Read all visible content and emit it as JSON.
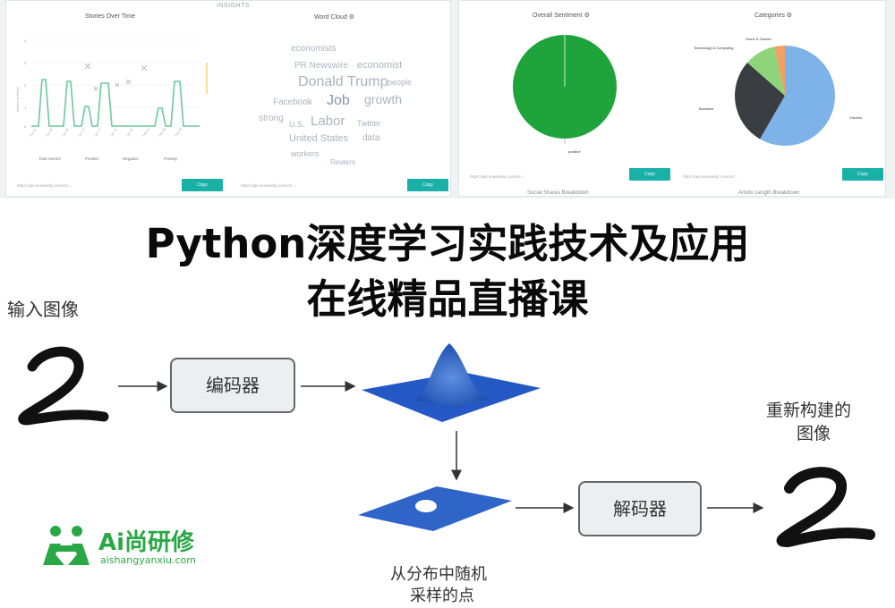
{
  "dashboard": {
    "section_label": "INSIGHTS",
    "stories_over_time": {
      "title": "Stories Over Time",
      "y_label": "Number of Stories",
      "legend": [
        "Total Stories",
        "Positive",
        "Negative",
        "Polarity"
      ],
      "url": "https://api.newswhip.com/v1/...",
      "button": "Copy"
    },
    "word_cloud": {
      "title": "Word Cloud",
      "words": [
        "economists",
        "PR Newswire",
        "economist",
        "Donald Trump",
        "people",
        "Job",
        "growth",
        "Facebook",
        "strong",
        "U.S.",
        "Labor",
        "Twitter",
        "United States",
        "data",
        "workers",
        "Reuters"
      ],
      "url": "https://api.newswhip.com/v1/...",
      "button": "Copy"
    },
    "overall_sentiment": {
      "title": "Overall Sentiment",
      "slice_label": "positive",
      "url": "https://api.newswhip.com/v1/...",
      "button": "Copy",
      "bottom_title": "Social Shares Breakdown"
    },
    "categories": {
      "title": "Categories",
      "labels": [
        "Home & Garden",
        "Technology & Computing",
        "Business",
        "Careers"
      ],
      "url": "https://api.newswhip.com/v1/...",
      "button": "Copy",
      "bottom_title": "Article Length Breakdown"
    }
  },
  "heading": {
    "line1": "Python深度学习实践技术及应用",
    "line2": "在线精品直播课"
  },
  "diagram": {
    "input_label": "输入图像",
    "encoder": "编码器",
    "decoder": "解码器",
    "sample_label_1": "从分布中随机",
    "sample_label_2": "采样的点",
    "output_label_1": "重新构建的",
    "output_label_2": "图像",
    "colors": {
      "plane": "#2f64c8",
      "box_fill": "#eceff1"
    }
  },
  "logo": {
    "name": "Ai尚研修",
    "url": "aishangyanxiu.com",
    "color": "#2aa845"
  }
}
